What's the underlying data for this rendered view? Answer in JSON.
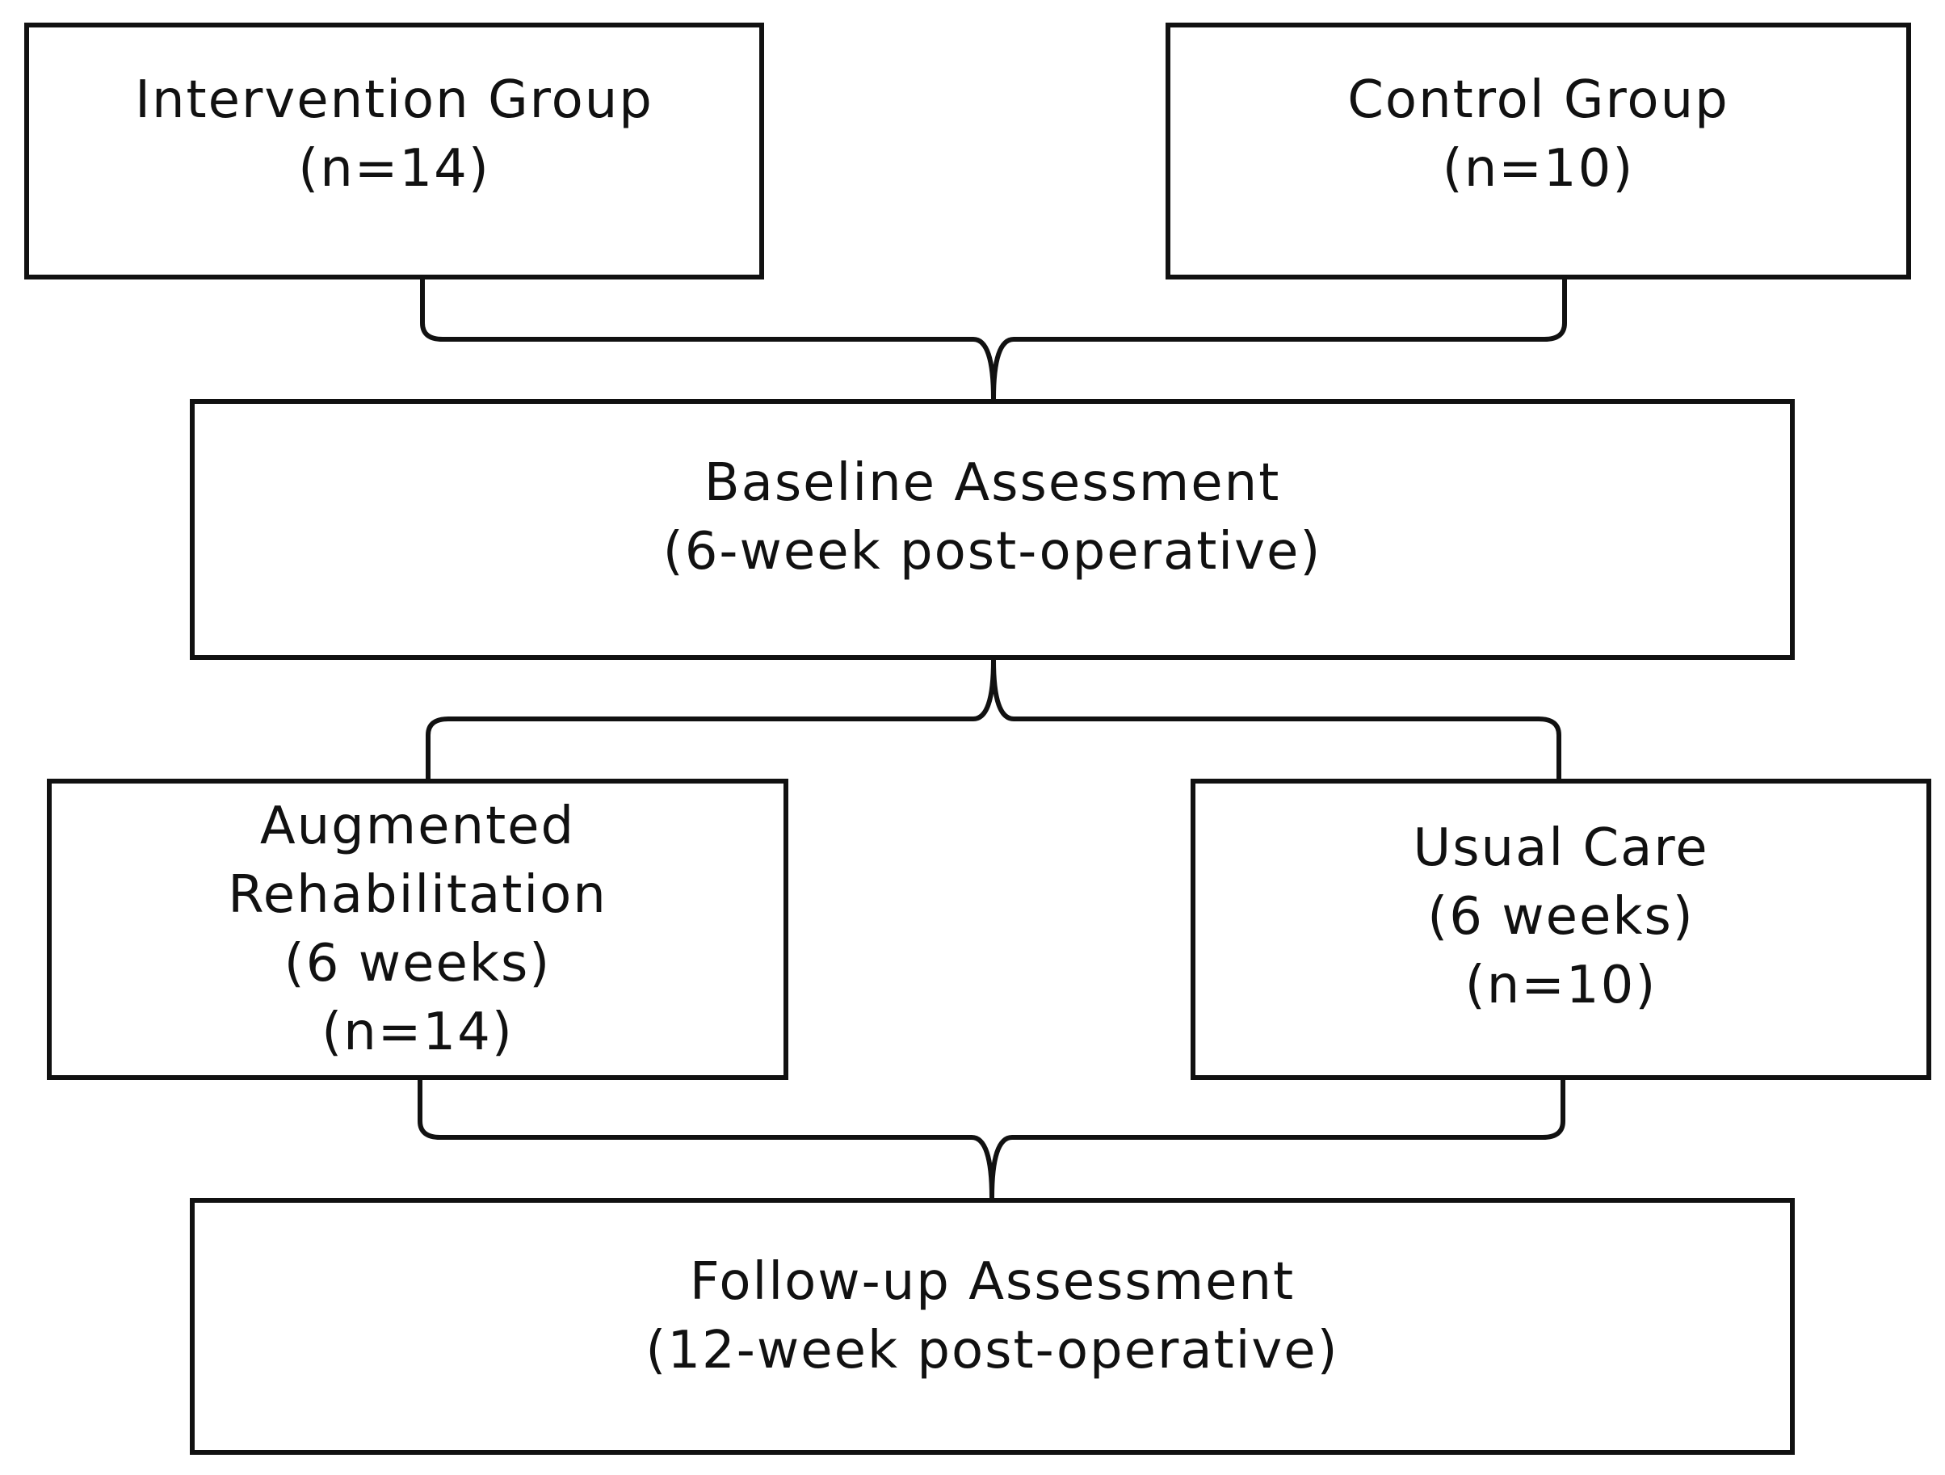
{
  "diagram": {
    "nodes": [
      {
        "id": "intervention",
        "lines": [
          "Intervention Group",
          "(n=14)"
        ]
      },
      {
        "id": "control",
        "lines": [
          "Control Group",
          "(n=10)"
        ]
      },
      {
        "id": "baseline",
        "lines": [
          "Baseline Assessment",
          "(6-week post-operative)"
        ]
      },
      {
        "id": "augmented",
        "lines": [
          "Augmented",
          "Rehabilitation",
          "(6 weeks)",
          "(n=14)"
        ]
      },
      {
        "id": "usual",
        "lines": [
          "Usual Care",
          "(6 weeks)",
          "(n=10)"
        ]
      },
      {
        "id": "followup",
        "lines": [
          "Follow-up Assessment",
          "(12-week post-operative)"
        ]
      }
    ],
    "edges": [
      {
        "from": [
          "intervention",
          "control"
        ],
        "to": "baseline",
        "style": "curly-brace"
      },
      {
        "from": [
          "baseline"
        ],
        "to": [
          "augmented",
          "usual"
        ],
        "style": "curly-brace"
      },
      {
        "from": [
          "augmented",
          "usual"
        ],
        "to": "followup",
        "style": "curly-brace"
      }
    ],
    "colors": {
      "stroke": "#111111",
      "background": "#ffffff",
      "text": "#111111"
    }
  }
}
